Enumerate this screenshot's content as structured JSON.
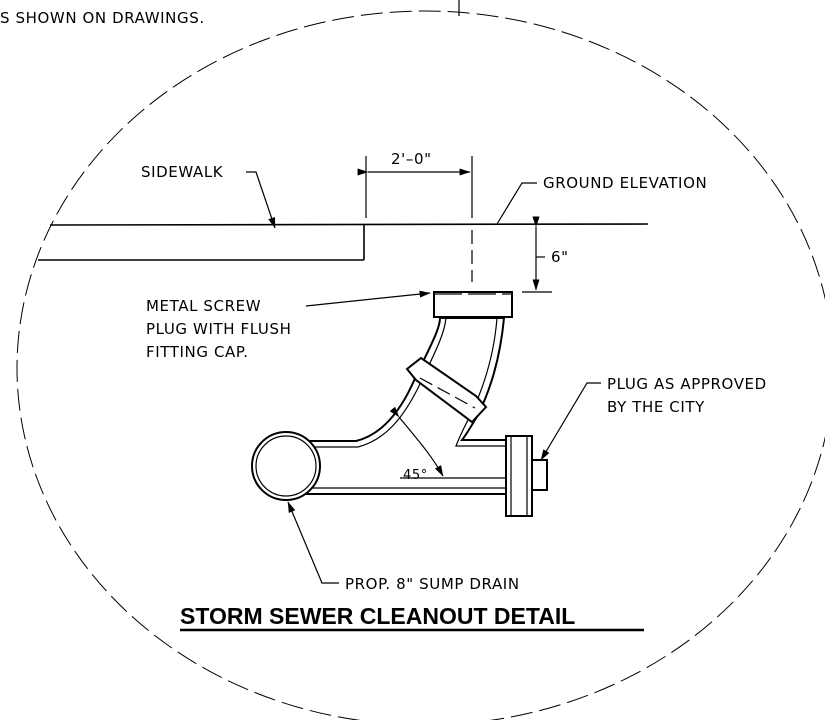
{
  "note_fragment": "S SHOWN ON DRAWINGS.",
  "title": "STORM SEWER CLEANOUT DETAIL",
  "labels": {
    "sidewalk": "SIDEWALK",
    "ground_elevation": "GROUND ELEVATION",
    "offset_dimension": "2'–0\"",
    "depth_dimension": "6\"",
    "plug_line1": "METAL SCREW",
    "plug_line2": "PLUG WITH FLUSH",
    "plug_line3": "FITTING CAP.",
    "end_plug_line1": "PLUG AS APPROVED",
    "end_plug_line2": "BY THE CITY",
    "angle": "45°",
    "sump_drain": "PROP. 8\" SUMP DRAIN"
  }
}
